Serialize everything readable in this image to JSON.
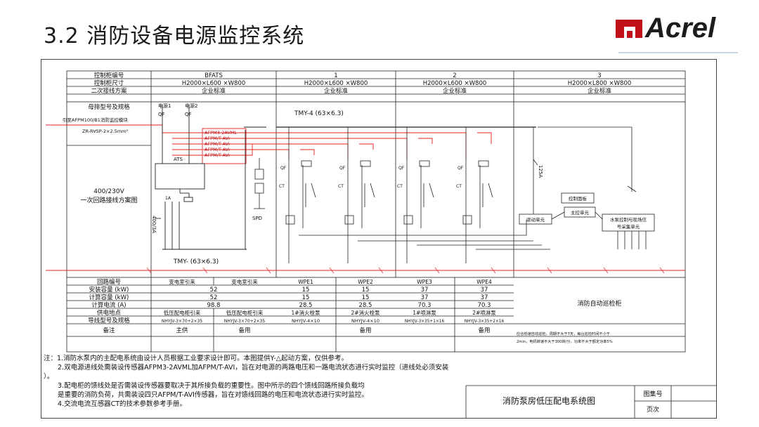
{
  "header": {
    "title": "3.2 消防设备电源监控系统",
    "brand": "Acrel",
    "brand_color": "#c0101a",
    "line_color": "#e02020"
  },
  "table_top": {
    "row_labels": [
      "控制柜编号",
      "控制柜尺寸",
      "二次接线方案",
      "母排型号及规格"
    ],
    "cabinets": [
      {
        "id": "BFATS",
        "size": "H2000×L600 ×W800",
        "scheme": "企业标准"
      },
      {
        "id": "1",
        "size": "H2000×L600 ×W800",
        "scheme": "企业标准"
      },
      {
        "id": "2",
        "size": "H2000×L600 ×W800",
        "scheme": "企业标准"
      },
      {
        "id": "3",
        "size": "H2000×L800 ×W800",
        "scheme": "企业标准"
      }
    ],
    "busbar_note_1": "引至AFPM100/B1消防监控模块",
    "busbar_note_2": "ZR-RVSP-2×2.5mm²",
    "busbar_spec_top": "TMY-4 (63×6.3)",
    "busbar_spec_bottom": "TMY- (63×6.3)"
  },
  "schematic": {
    "label": "400/230V\n一次回路接线方案图",
    "label_line1": "400/230V",
    "label_line2": "一次回路接线方案图",
    "source1": "电源1",
    "source2": "电源2",
    "qf": "QF",
    "ats": "ATS",
    "spd": "SPD",
    "vertical_label": "400/3A",
    "breaker_label": "1A",
    "rating_125": "125A",
    "sensors": [
      "AFPM3-2AVML",
      "AFPM/T-AVI",
      "AFPM/T-AVI",
      "AFPM/T-AVI",
      "AFPM/T-AVI"
    ],
    "ct_label": "CT",
    "control_panel": "控制面板",
    "drive_unit": "驱动单元",
    "main_ctrl_unit": "主控单元",
    "pump_unit_line1": "水泵控制与现场信",
    "pump_unit_line2": "号采集单元"
  },
  "table_bottom": {
    "row_labels": [
      "回路编号",
      "安装容量 (kW)",
      "计算容量 (kW)",
      "计算电流 (A)",
      "供电地点",
      "导线型号及规格",
      "备注"
    ],
    "circuits": [
      {
        "id": "变电室引来",
        "install": "52",
        "calc": "",
        "current": "",
        "place": "低压配电柜引来",
        "cable": "NHYJV-3×70+2×35",
        "remark": "主供"
      },
      {
        "id": "变电室引来",
        "install": "",
        "calc": "",
        "current": "",
        "place": "低压配电柜引来",
        "cable": "NHYJV-3×70+2×35",
        "remark": "备用"
      },
      {
        "id": "WPE1",
        "install": "15",
        "calc": "15",
        "current": "28.5",
        "place": "1#消火栓泵",
        "cable": "NHYJV-4×10",
        "remark": ""
      },
      {
        "id": "WPE2",
        "install": "15",
        "calc": "15",
        "current": "28.5",
        "place": "2#消火栓泵",
        "cable": "NHYJV-4×10",
        "remark": "备用"
      },
      {
        "id": "WPE3",
        "install": "37",
        "calc": "37",
        "current": "70.3",
        "place": "1#喷淋泵",
        "cable": "NHYJV-3×35+1×16",
        "remark": ""
      },
      {
        "id": "WPE4",
        "install": "37",
        "calc": "37",
        "current": "70.3",
        "place": "2#喷淋泵",
        "cable": "NHYJV-3×35+2×16",
        "remark": "备用"
      }
    ],
    "merged_calc": "52",
    "merged_current": "98.8",
    "cabinet3_label": "消防自动巡检柜",
    "cabinet3_note_line1": "应合低速自动巡检，周期不大于7天，每台巡检时间不小于",
    "cabinet3_note_line2": "2min，电机转速不大于300转/分，功率不大于额定功率5%"
  },
  "notes": {
    "line1": "注：1.消防水泵内的主配电系统由设计人员根据工业要求设计即可。本图提供Y-△起动方案，仅供参考。",
    "line2": "2.双电源进线处需装设传感器AFPM3-2AVML加AFPM/T-AVI，旨在对电源的两路电压和一路电流状态进行实时监控（进线处必须安装",
    "line3": "）。",
    "line4": "3.配电柜的馈线处是否需装设传感器要取决于其所接负载的重要性。图中所示的四个馈线回路所接负载均",
    "line5": "是重要的消防负荷，共需装设四只AFPM/T-AVI传感器，旨在对馈线回路的电压和电流状态进行实时监控。",
    "line6": "4.交流电流互感器CT的技术参数参考手册。"
  },
  "title_block": {
    "drawing_name": "消防泵房低压配电系统图",
    "sheet_no_label": "图集号",
    "page_label": "页次"
  }
}
